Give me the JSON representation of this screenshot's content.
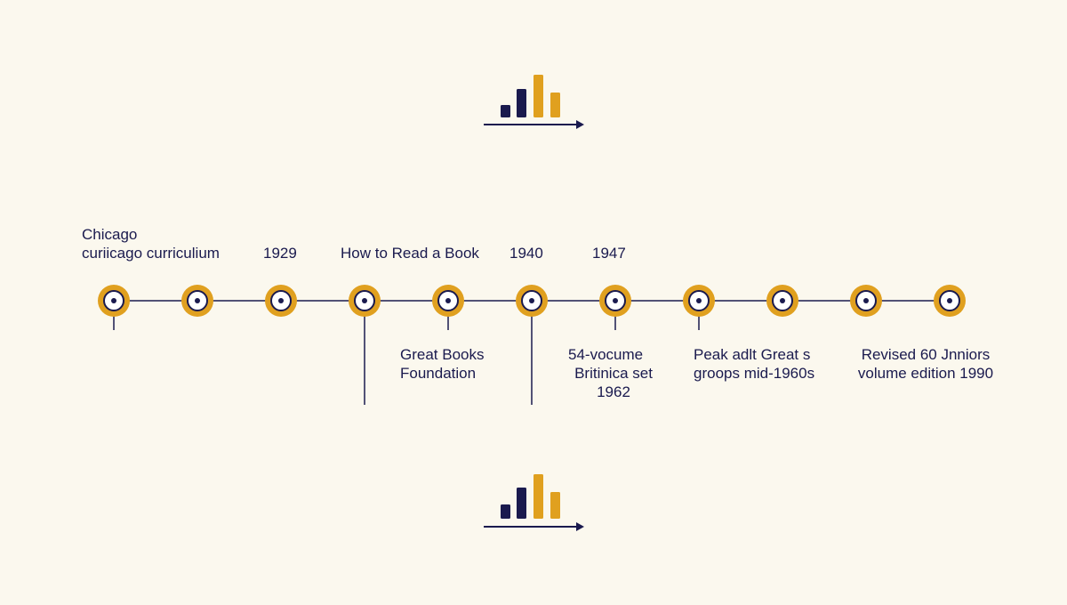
{
  "colors": {
    "background": "#fbf8ee",
    "navy": "#1a1a4e",
    "gold": "#e0a01f",
    "axis": "#1a1a4e"
  },
  "icons": {
    "top": "bar-chart-arrow-icon",
    "bottom": "bar-chart-arrow-icon"
  },
  "timeline": {
    "marker_count": 11,
    "labels_above": {
      "chicago_curriculum": [
        "Chicago",
        "curiicago curriculium"
      ],
      "year_1929": "1929",
      "how_to_read": "How to Read a Book",
      "year_1940": "1940",
      "year_1947": "1947"
    },
    "labels_below": {
      "great_books_foundation": [
        "Great Books",
        "Foundation"
      ],
      "britannica_set": [
        "54-vocume",
        "Britinica set",
        "1962"
      ],
      "peak_groups": [
        "Peak adlt Great s",
        "groops mid-1960s"
      ],
      "revised_edition": [
        "Revised 60  Jnniors",
        "volume edition 1990"
      ]
    }
  }
}
